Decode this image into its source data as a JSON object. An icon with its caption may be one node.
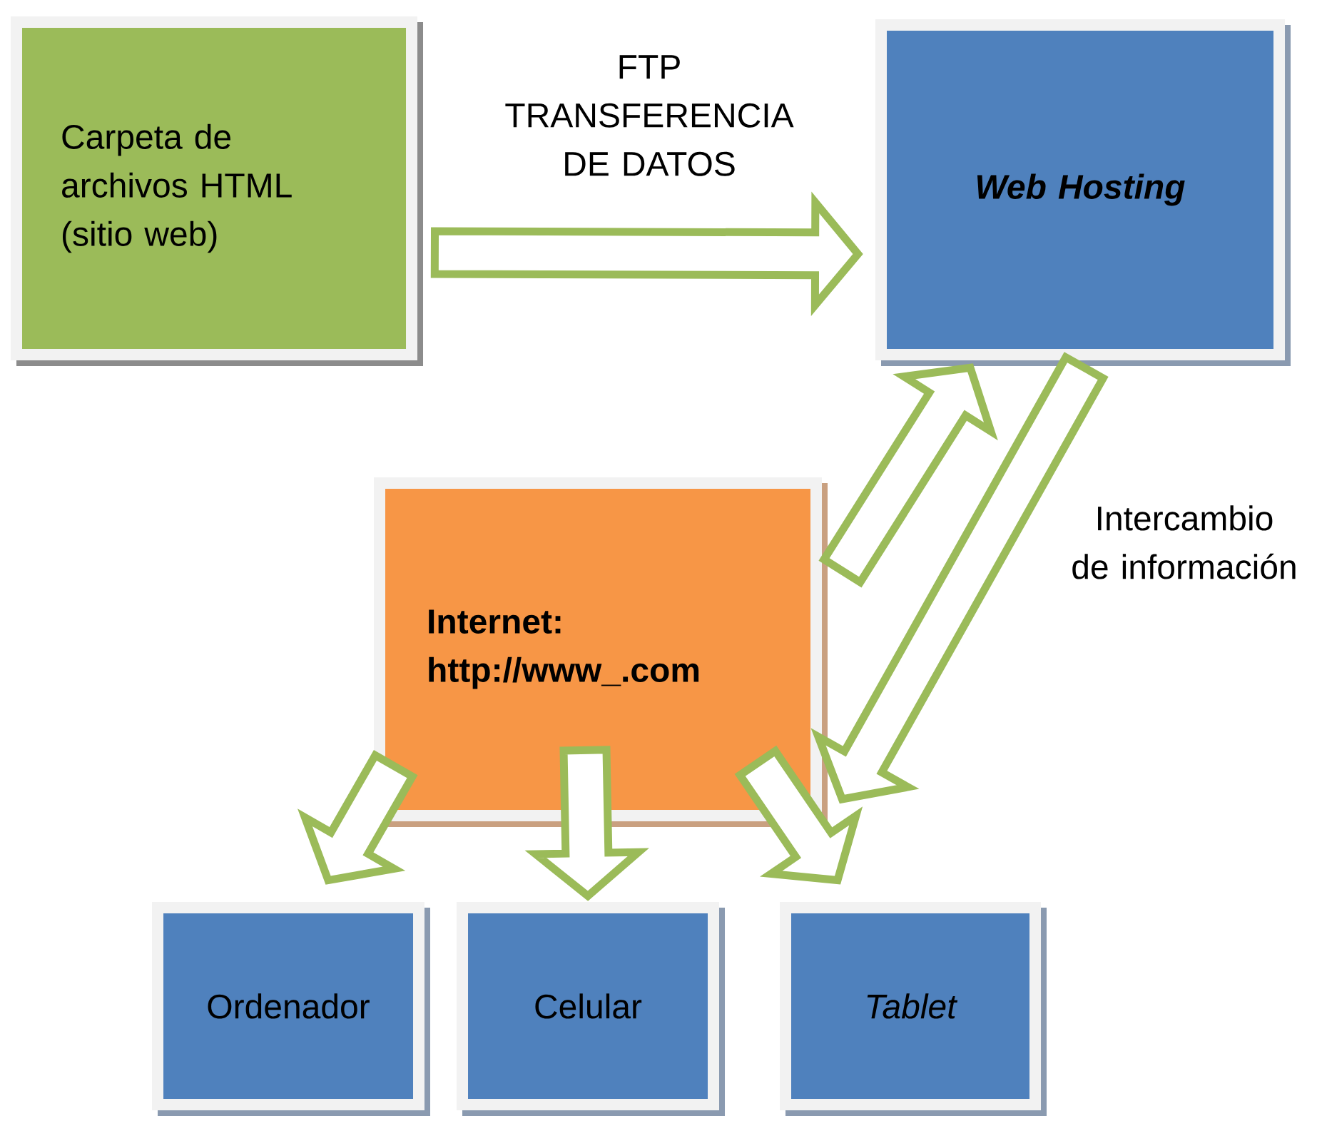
{
  "diagram": {
    "nodes": [
      {
        "text": [
          "Carpeta de archivos HTML (sitio web)"
        ]
      },
      {
        "text": [
          "Web Hosting"
        ]
      },
      {
        "text": [
          "Internet: http://www_.com"
        ]
      },
      {
        "text": [
          "Ordenador"
        ]
      },
      {
        "text": [
          "Celular"
        ]
      },
      {
        "text": [
          "Tablet"
        ]
      }
    ],
    "edges": [
      {
        "from": 0,
        "to": 1,
        "arrow": "to",
        "label": "FTP TRANSFERENCIA DE DATOS"
      },
      {
        "from": 2,
        "to": 1,
        "arrow": "to"
      },
      {
        "from": 1,
        "to": 2,
        "arrow": "to",
        "label": "Intercambio de información"
      },
      {
        "from": 2,
        "to": 3,
        "arrow": "to"
      },
      {
        "from": 2,
        "to": 4,
        "arrow": "to"
      },
      {
        "from": 2,
        "to": 5,
        "arrow": "to"
      }
    ]
  }
}
